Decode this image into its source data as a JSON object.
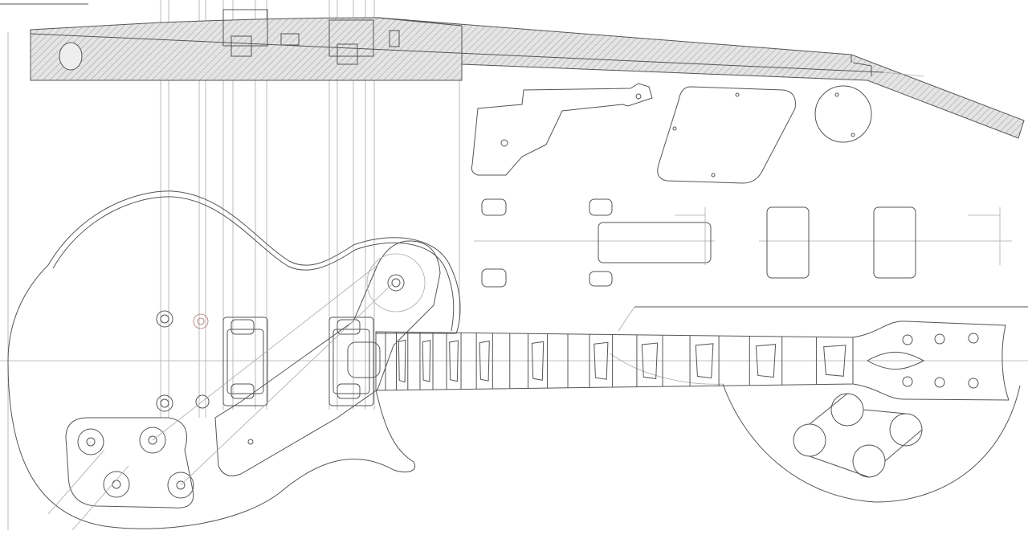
{
  "drawing": {
    "background": "#ffffff",
    "line_color": "#555555",
    "construction_color": "#aaaaaa",
    "hatch_color": "#9a9a9a",
    "accent_color": "#b07070"
  },
  "neck": {
    "fret_count": 22,
    "inlay_frets": [
      1,
      3,
      5,
      7,
      9,
      12,
      15,
      17,
      19,
      21
    ]
  }
}
